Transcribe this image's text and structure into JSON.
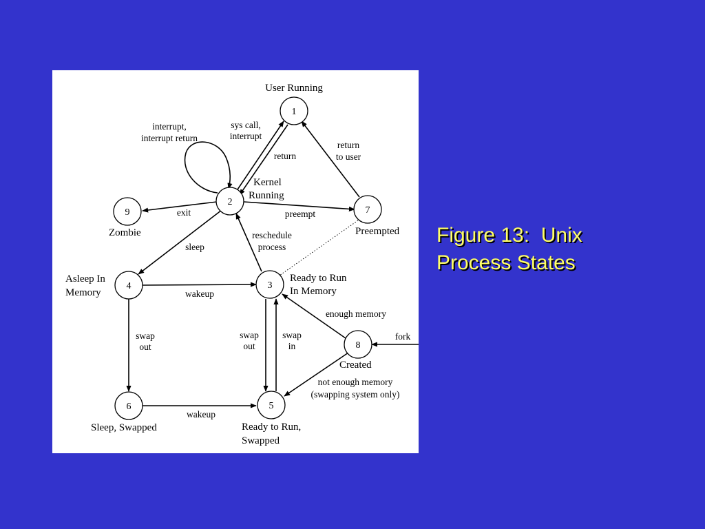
{
  "slide": {
    "background": "#3333CC",
    "caption_color": "#FFFF66",
    "caption_line1": "Figure 13:  Unix",
    "caption_line2": "Process States"
  },
  "diagram": {
    "nodes": {
      "n1": "1",
      "n2": "2",
      "n3": "3",
      "n4": "4",
      "n5": "5",
      "n6": "6",
      "n7": "7",
      "n8": "8",
      "n9": "9"
    },
    "state_labels": {
      "user_running": "User Running",
      "kernel_running_1": "Kernel",
      "kernel_running_2": "Running",
      "zombie": "Zombie",
      "preempted": "Preempted",
      "asleep_1": "Asleep In",
      "asleep_2": "Memory",
      "ready_mem_1": "Ready to Run",
      "ready_mem_2": "In Memory",
      "created": "Created",
      "sleep_swapped": "Sleep, Swapped",
      "ready_swapped_1": "Ready to Run,",
      "ready_swapped_2": "Swapped"
    },
    "transition_labels": {
      "interrupt_1": "interrupt,",
      "interrupt_2": "interrupt return",
      "syscall_1": "sys call,",
      "syscall_2": "interrupt",
      "return": "return",
      "return_user_1": "return",
      "return_user_2": "to user",
      "exit": "exit",
      "preempt": "preempt",
      "reschedule_1": "reschedule",
      "reschedule_2": "process",
      "sleep": "sleep",
      "wakeup_mem": "wakeup",
      "enough_memory": "enough memory",
      "swap_out_left_1": "swap",
      "swap_out_left_2": "out",
      "swap_out_mid_1": "swap",
      "swap_out_mid_2": "out",
      "swap_in_1": "swap",
      "swap_in_2": "in",
      "fork": "fork",
      "not_enough_1": "not enough memory",
      "not_enough_2": "(swapping system only)",
      "wakeup_swapped": "wakeup"
    }
  }
}
